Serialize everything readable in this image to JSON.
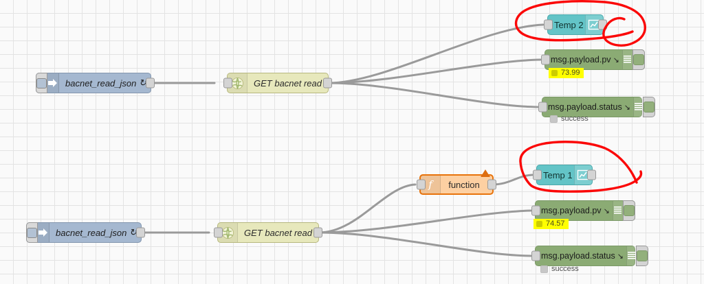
{
  "app": {
    "name": "Node-RED flow editor canvas",
    "grid_size": 20,
    "canvas_bg": "#fafafa",
    "grid_color": "#e3e3e3"
  },
  "palette": {
    "inject_color": "#a5b8d0",
    "http_in_color": "#e7e8bc",
    "function_color": "#fdd0a2",
    "function_border": "#e8730b",
    "chart_color": "#63c4c7",
    "debug_color": "#8bab74",
    "wire_color": "#9a9a9a",
    "annotation_color": "#ff0000",
    "highlight_color": "#ffff00"
  },
  "flows": [
    {
      "id": "flow-top",
      "nodes": {
        "inject": {
          "label": "bacnet_read_json",
          "repeat_icon": "↻",
          "icon": "inject-arrow-icon"
        },
        "http_in": {
          "label": "GET bacnet read",
          "icon": "globe-icon"
        },
        "chart": {
          "label": "Temp 2",
          "icon": "line-chart-icon"
        },
        "debug_pv": {
          "label": "msg.payload.pv",
          "arrow": "↘",
          "icon": "debug-lines-icon",
          "status": "73.99",
          "status_type": "value"
        },
        "debug_status": {
          "label": "msg.payload.status",
          "arrow": "↘",
          "icon": "debug-lines-icon",
          "status": "success",
          "status_type": "grey"
        }
      }
    },
    {
      "id": "flow-bottom",
      "nodes": {
        "inject": {
          "label": "bacnet_read_json",
          "repeat_icon": "↻",
          "icon": "inject-arrow-icon"
        },
        "http_in": {
          "label": "GET bacnet read",
          "icon": "globe-icon"
        },
        "function": {
          "label": "function",
          "icon": "function-f-icon",
          "changed": true
        },
        "chart": {
          "label": "Temp 1",
          "icon": "line-chart-icon"
        },
        "debug_pv": {
          "label": "msg.payload.pv",
          "arrow": "↘",
          "icon": "debug-lines-icon",
          "status": "74.57",
          "status_type": "value"
        },
        "debug_status": {
          "label": "msg.payload.status",
          "arrow": "↘",
          "icon": "debug-lines-icon",
          "status": "success",
          "status_type": "grey"
        }
      }
    }
  ],
  "annotations": [
    {
      "name": "red-circle-temp2",
      "target": "Temp 2",
      "shape": "hand-drawn-ellipse",
      "color": "#ff0000"
    },
    {
      "name": "red-circle-temp1",
      "target": "Temp 1",
      "shape": "hand-drawn-ellipse-open",
      "color": "#ff0000"
    }
  ]
}
